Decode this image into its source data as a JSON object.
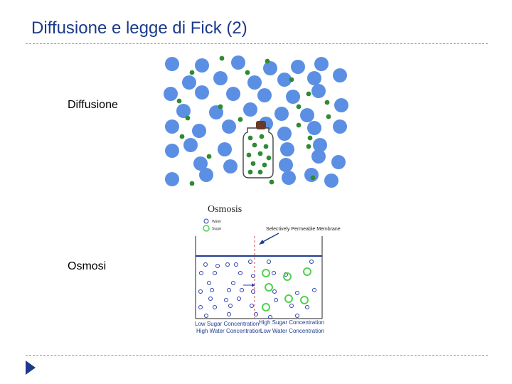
{
  "slide": {
    "title": "Diffusione e legge di Fick (2)",
    "accent_color": "#1c3a8c",
    "rule_color": "#5aa7c8"
  },
  "bullets": [
    {
      "label": "Diffusione"
    },
    {
      "label": "Osmosi"
    }
  ],
  "figures": {
    "diffusion": {
      "particle_color_large": "#5b8fe3",
      "particle_color_small": "#2f8a35",
      "stopper_color": "#6b3a24"
    },
    "osmosis": {
      "title": "Osmosis",
      "legend_water": "Water",
      "legend_sugar": "Sugar",
      "membrane_label": "Selectively Permeable Membrane",
      "left_caption_1": "Low Sugar Concentration",
      "left_caption_2": "High Water Concentration",
      "right_caption_1": "High Sugar Concentration",
      "right_caption_2": "Low Water Concentration",
      "water_color": "#2a3fb0",
      "sugar_color": "#4fd34f"
    }
  },
  "navigation": {
    "icon": "play-triangle-icon"
  }
}
